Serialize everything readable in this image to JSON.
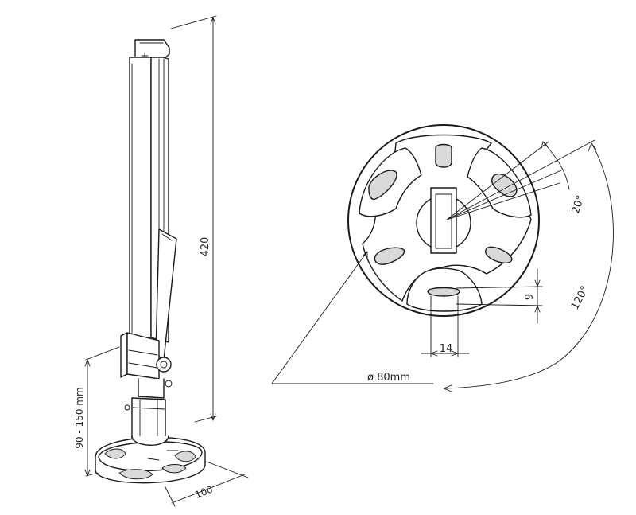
{
  "dimensions": {
    "height_total": "420",
    "height_range": "90 - 150 mm",
    "base_width": "100",
    "slot_angle": "20°",
    "arm_angle": "120°",
    "slot_height": "9",
    "slot_width": "14",
    "base_diameter": "ø 80mm"
  }
}
